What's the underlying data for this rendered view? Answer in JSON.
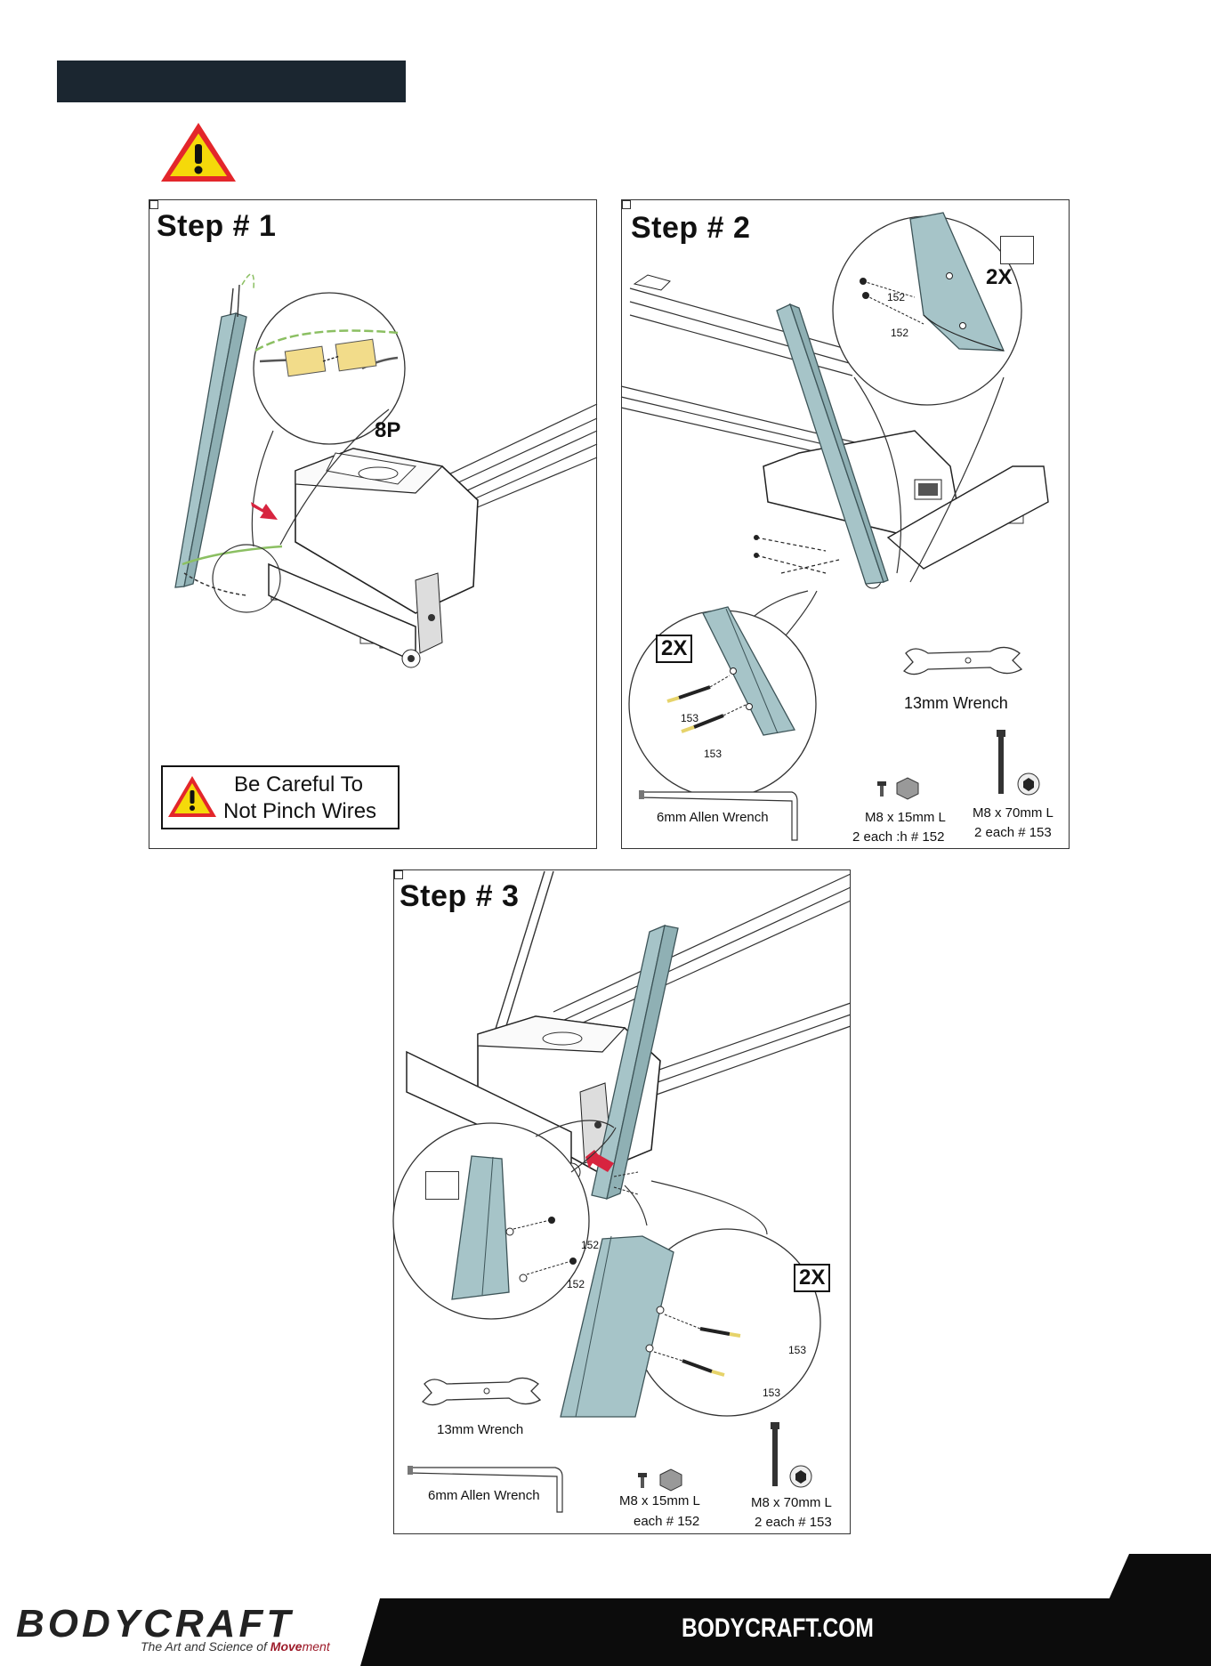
{
  "steps": [
    {
      "title": "Step # 1",
      "connector_label": "8P",
      "caution": [
        "Be Careful To",
        "Not Pinch Wires"
      ]
    },
    {
      "title": "Step # 2",
      "top_qty": "2X",
      "top_bolt_a": "152",
      "top_bolt_b": "152",
      "bottom_qty": "2X",
      "bottom_bolt_a": "153",
      "bottom_bolt_b": "153",
      "wrench_label": "13mm  Wrench",
      "allen_label": "6mm Allen Wrench",
      "small_bolt_size": "M8 x 15mm L",
      "small_bolt_qty": "2 each :h  # 152",
      "long_bolt_size": "M8 x 70mm L",
      "long_bolt_qty": "2 each  # 153"
    },
    {
      "title": "Step # 3",
      "left_bolt_a": "152",
      "left_bolt_b": "152",
      "right_qty": "2X",
      "right_bolt_a": "153",
      "right_bolt_b": "153",
      "wrench_label": "13mm  Wrench",
      "allen_label": "6mm Allen Wrench",
      "small_bolt_size": "M8 x 15mm L",
      "small_bolt_qty": "each  # 152",
      "long_bolt_size": "M8 x 70mm L",
      "long_bolt_qty": "2 each  # 153"
    }
  ],
  "footer": {
    "brand": "BODYCRAFT",
    "tagline_prefix": "The Art and Science of ",
    "tagline_move": "Move",
    "tagline_ment": "ment",
    "website": "BODYCRAFT.COM"
  },
  "colors": {
    "upright": "#a6c4c8",
    "upright_edge": "#3d5458",
    "arrow": "#d7243f",
    "warning_yellow": "#f5d90a",
    "warning_red": "#e3262b",
    "title_bar": "#1b2630"
  },
  "icons": [
    "warning-triangle-icon",
    "wrench-icon",
    "allen-wrench-icon",
    "bolt-icon",
    "hex-nut-icon"
  ]
}
